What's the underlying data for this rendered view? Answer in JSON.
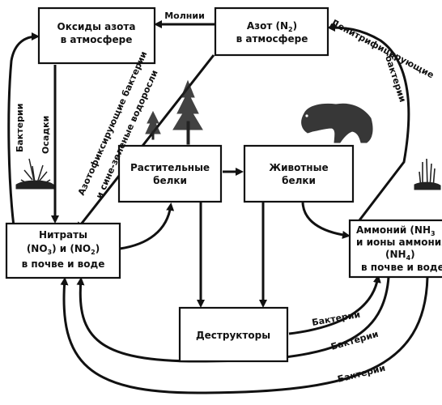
{
  "nodes": {
    "oxides": {
      "line1": "Оксиды азота",
      "line2": "в атмосфере"
    },
    "nitrogen": {
      "line1_pre": "Азот (N",
      "line1_sub": "2",
      "line1_post": ")",
      "line2": "в атмосфере"
    },
    "plant_proteins": {
      "line1": "Растительные",
      "line2": "белки"
    },
    "animal_proteins": {
      "line1": "Животные",
      "line2": "белки"
    },
    "nitrates": {
      "line1": "Нитраты",
      "line2_a": "(NO",
      "line2_b": "3",
      "line2_c": ") и (NO",
      "line2_d": "2",
      "line2_e": ")",
      "line3": "в почве и воде"
    },
    "ammonium": {
      "line1": "Аммоний (NH",
      "line1_sub": "3",
      "line2": "и ионы аммония",
      "line3_a": "(NH",
      "line3_b": "4",
      "line3_c": ")",
      "line4": "в почве и воде"
    },
    "decomposers": {
      "label": "Деструкторы"
    }
  },
  "edges": {
    "lightning": "Молнии",
    "denitrifying_1": "Денитрифицирующие",
    "denitrifying_2": "бактерии",
    "bacteria_left": "Бактерии",
    "precipitation": "Осадки",
    "fixing_1": "Азотофиксирующие бактерии",
    "fixing_2": "и сине-зеленые водоросли",
    "bacteria_decomp": "Бактерии",
    "bacteria_loop_inner": "Бактерии",
    "bacteria_loop_outer": "Бактерии"
  },
  "icons": [
    "pine-tree-icon",
    "shrub-icon",
    "bear-icon",
    "bush-icon",
    "stump-icon"
  ]
}
